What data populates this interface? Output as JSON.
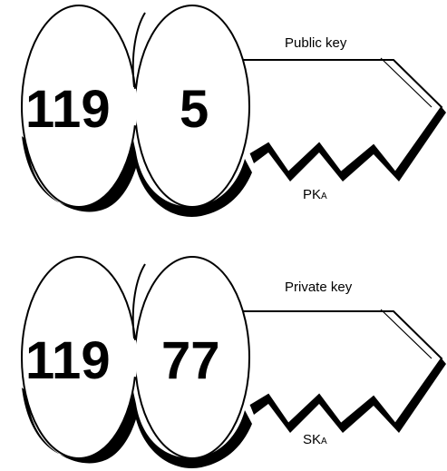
{
  "keys": [
    {
      "left_number": "119",
      "right_number": "5",
      "label": "Public key",
      "symbol_main": "PK",
      "symbol_sub": "A"
    },
    {
      "left_number": "119",
      "right_number": "77",
      "label": "Private key",
      "symbol_main": "SK",
      "symbol_sub": "A"
    }
  ],
  "colors": {
    "ink": "#000000",
    "paper": "#ffffff"
  }
}
